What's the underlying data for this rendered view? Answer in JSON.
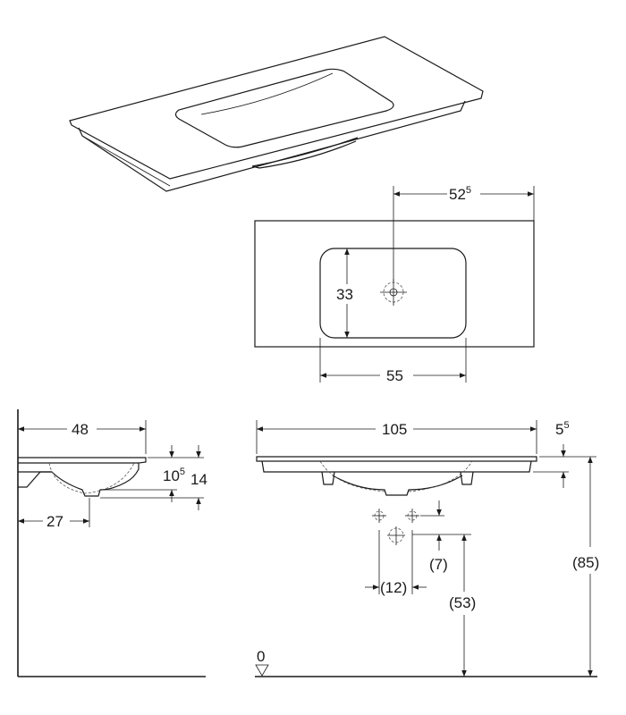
{
  "title": "Washbasin dimension drawing",
  "plan_view": {
    "tap_offset": {
      "main": "52",
      "sup": "5"
    },
    "bowl_depth": "33",
    "bowl_width": "55"
  },
  "side_view": {
    "depth": "48",
    "bowl_height": {
      "main": "10",
      "sup": "5"
    },
    "total_height": "14",
    "drain_offset": "27"
  },
  "front_view": {
    "width": "105",
    "rim_thickness": {
      "main": "5",
      "sup": "5"
    },
    "hole_spacing_v": "(7)",
    "hole_spacing_h": "(12)",
    "drain_height": "(53)",
    "rim_height": "(85)",
    "floor_level": "0"
  }
}
